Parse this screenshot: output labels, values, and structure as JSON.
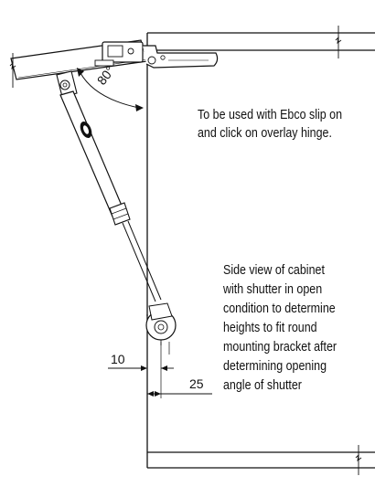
{
  "diagram": {
    "angle_label": "80°",
    "dimension_10": "10",
    "dimension_25": "25",
    "note_top": {
      "line1": "To be used with Ebco slip on",
      "line2": "and click on overlay hinge."
    },
    "note_side": {
      "line1": "Side view of cabinet",
      "line2": "with shutter in open",
      "line3": "condition to determine",
      "line4": "heights to fit round",
      "line5": "mounting bracket after",
      "line6": "determining opening",
      "line7": "angle of shutter"
    }
  }
}
